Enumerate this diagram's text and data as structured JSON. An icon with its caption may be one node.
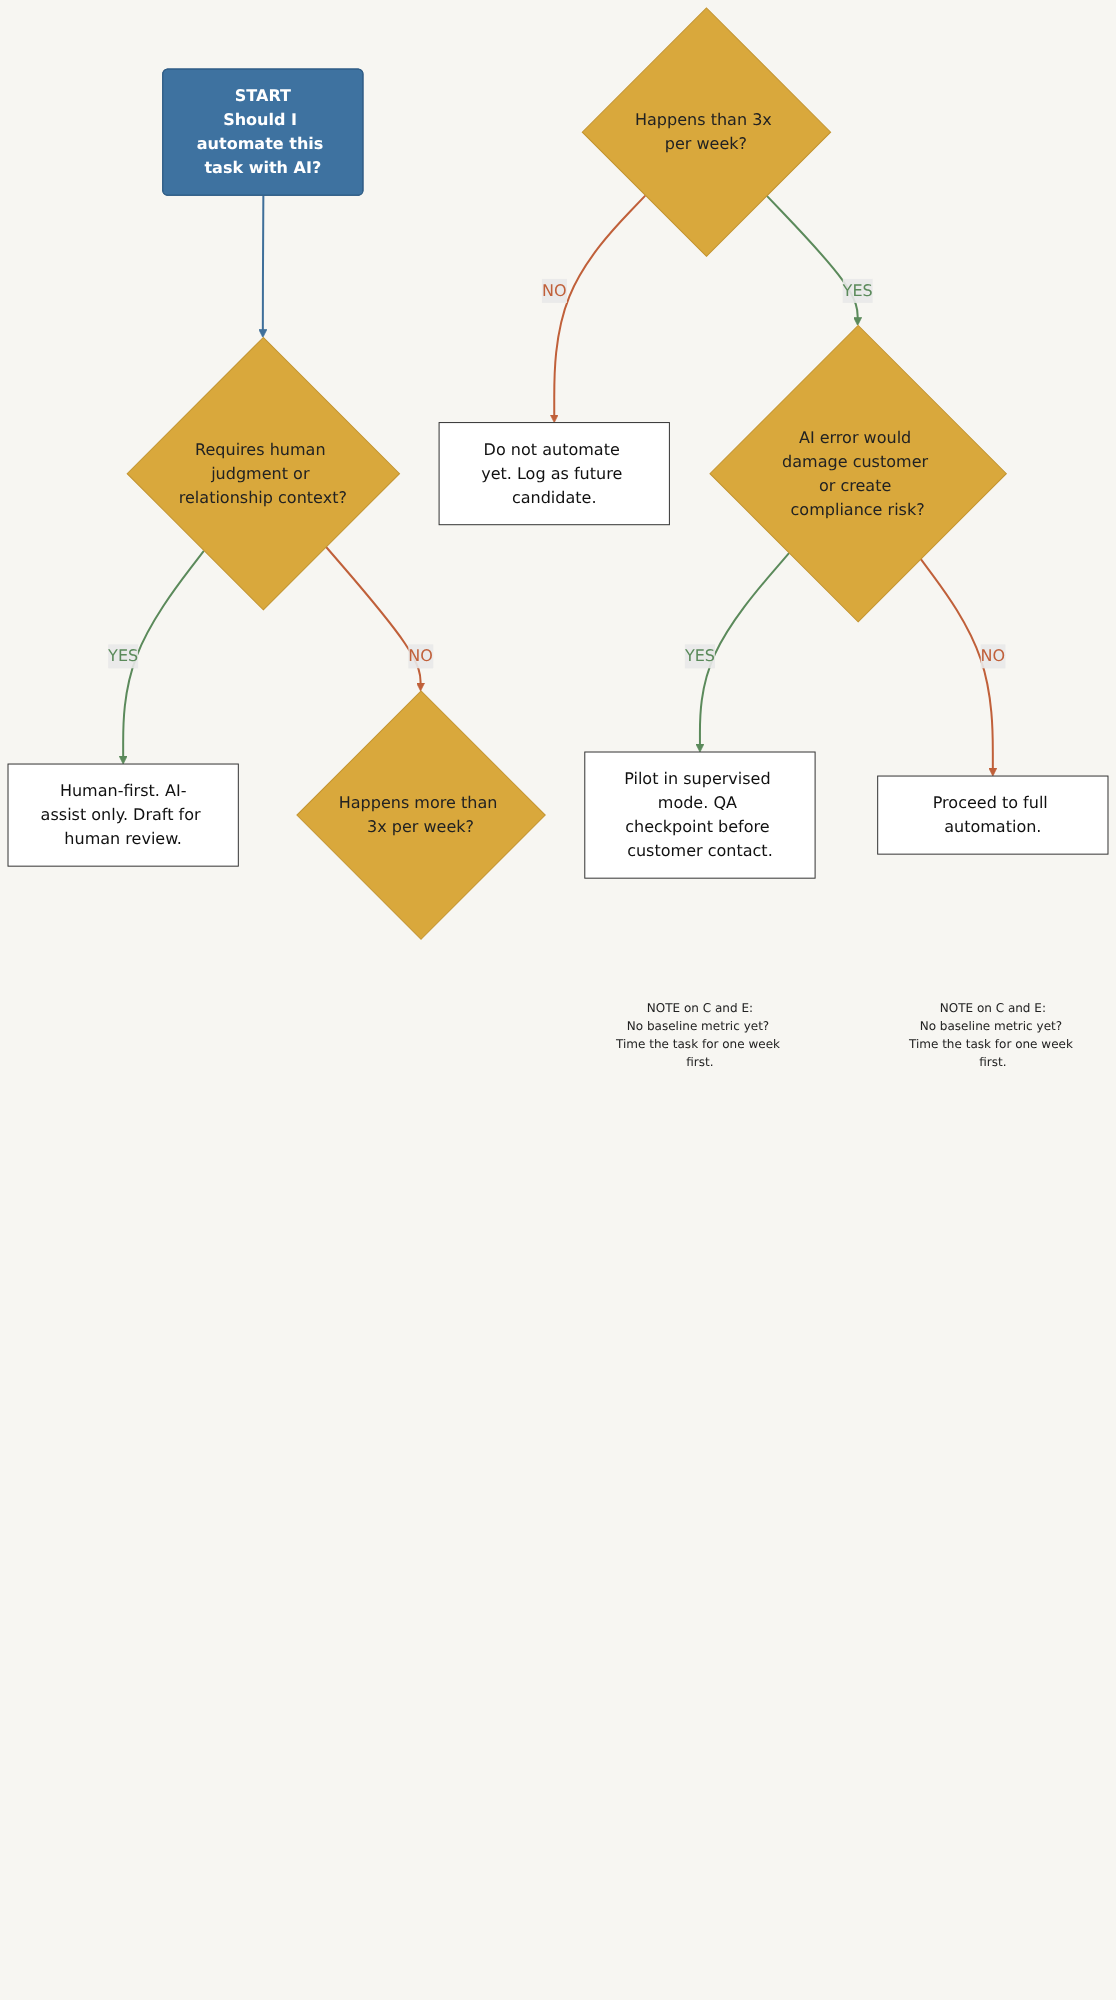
{
  "diagram": {
    "nodes": [
      {
        "text": [
          "START",
          "Should I automate this task with AI?"
        ]
      },
      {
        "text": [
          "Requires human judgment or relationship context?"
        ]
      },
      {
        "text": [
          "Human-first. AI-assist only. Draft for human review."
        ]
      },
      {
        "text": [
          "Happens than 3x per week?"
        ]
      },
      {
        "text": [
          "Happens more than 3x per week?"
        ]
      },
      {
        "text": [
          "Do not automate yet. Log as future candidate."
        ]
      },
      {
        "text": [
          "AI error would damage customer or create compliance risk?"
        ]
      },
      {
        "text": [
          "Pilot in supervised mode. QA checkpoint before customer contact."
        ],
        "beside": [
          "NOTE on C and E:",
          "No baseline metric yet? Time the task for one week first."
        ]
      },
      {
        "text": [
          "Proceed to full automation."
        ],
        "beside": [
          "NOTE on C and E:",
          "No baseline metric yet? Time the task for one week first."
        ]
      }
    ],
    "edges": [
      {
        "from": 0,
        "to": 1,
        "arrow": "to",
        "color": "#3f6f9a"
      },
      {
        "from": 1,
        "to": 2,
        "arrow": "to",
        "label": "YES",
        "color": "#5b8a5b"
      },
      {
        "from": 1,
        "to": 4,
        "arrow": "to",
        "label": "NO",
        "color": "#c0603a"
      },
      {
        "from": 3,
        "to": 5,
        "arrow": "to",
        "label": "NO",
        "color": "#c0603a"
      },
      {
        "from": 3,
        "to": 6,
        "arrow": "to",
        "label": "YES",
        "color": "#5b8a5b"
      },
      {
        "from": 6,
        "to": 7,
        "arrow": "to",
        "label": "YES",
        "color": "#5b8a5b"
      },
      {
        "from": 6,
        "to": 8,
        "arrow": "to",
        "label": "NO",
        "color": "#c0603a"
      }
    ]
  }
}
